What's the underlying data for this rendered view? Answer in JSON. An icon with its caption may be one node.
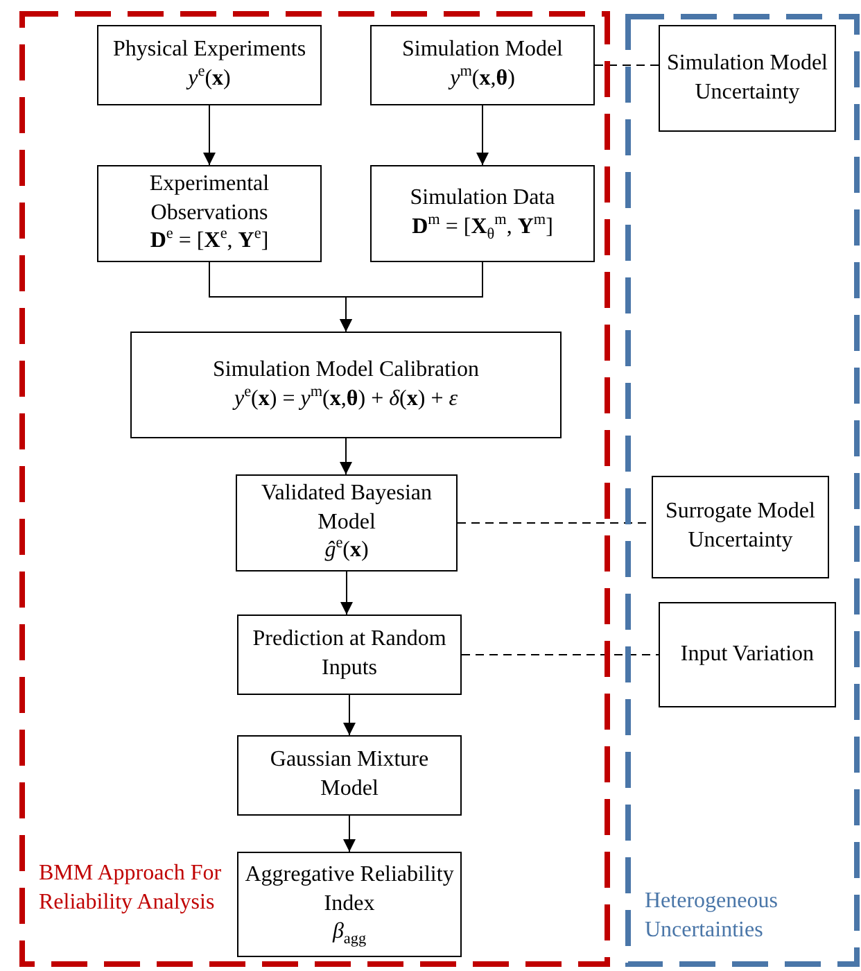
{
  "diagram": {
    "nodes": [
      {
        "text": [
          "BMM Approach For Reliability Analysis"
        ]
      },
      {
        "text": [
          "Physical Experiments *y*$^{e}$(**x**)"
        ],
        "in": 0
      },
      {
        "text": [
          "Simulation Model *y*$^{m}$(**x**,**θ**)"
        ],
        "in": 0
      },
      {
        "text": [
          "Experimental Observations",
          "**D**$^{e}$ = [**X**$^{e}$, **Y**$^{e}$]"
        ],
        "in": 0
      },
      {
        "text": [
          "Simulation Data",
          "**D**$^{m}$ = [**X**$_{θ}$$^{m}$, **Y**$^{m}$]"
        ],
        "in": 0
      },
      {
        "text": [
          "Simulation Model Calibration",
          "*y*$^{e}$(**x**) = *y*$^{m}$(**x**,**θ**) + *δ*(**x**) + *ε*"
        ],
        "in": 0
      },
      {
        "text": [
          "Validated Bayesian Model",
          "*ĝ*$^{e}$(**x**)"
        ],
        "in": 0
      },
      {
        "text": [
          "Prediction at Random Inputs"
        ],
        "in": 0
      },
      {
        "text": [
          "Gaussian Mixture Model"
        ],
        "in": 0
      },
      {
        "text": [
          "Aggregative Reliability Index",
          "*β*$_{agg}$"
        ],
        "in": 0
      },
      {
        "text": [
          "Heterogeneous Uncertainties"
        ]
      },
      {
        "text": [
          "Simulation Model Uncertainty"
        ],
        "in": 10
      },
      {
        "text": [
          "Surrogate Model Uncertainty"
        ],
        "in": 10
      },
      {
        "text": [
          "Input Variation"
        ],
        "in": 10
      }
    ],
    "edges": [
      {
        "from": 1,
        "to": 3,
        "arrow": "to"
      },
      {
        "from": 2,
        "to": 4,
        "arrow": "to"
      },
      {
        "from": 3,
        "to": 5,
        "arrow": "to"
      },
      {
        "from": 4,
        "to": 5,
        "arrow": "to"
      },
      {
        "from": 5,
        "to": 6,
        "arrow": "to"
      },
      {
        "from": 6,
        "to": 7,
        "arrow": "to"
      },
      {
        "from": 7,
        "to": 8,
        "arrow": "to"
      },
      {
        "from": 8,
        "to": 9,
        "arrow": "to"
      },
      {
        "from": 2,
        "to": 11,
        "arrow": "none",
        "style": "dashed"
      },
      {
        "from": 6,
        "to": 12,
        "arrow": "none",
        "style": "dashed"
      },
      {
        "from": 7,
        "to": 13,
        "arrow": "none",
        "style": "dashed"
      }
    ]
  }
}
